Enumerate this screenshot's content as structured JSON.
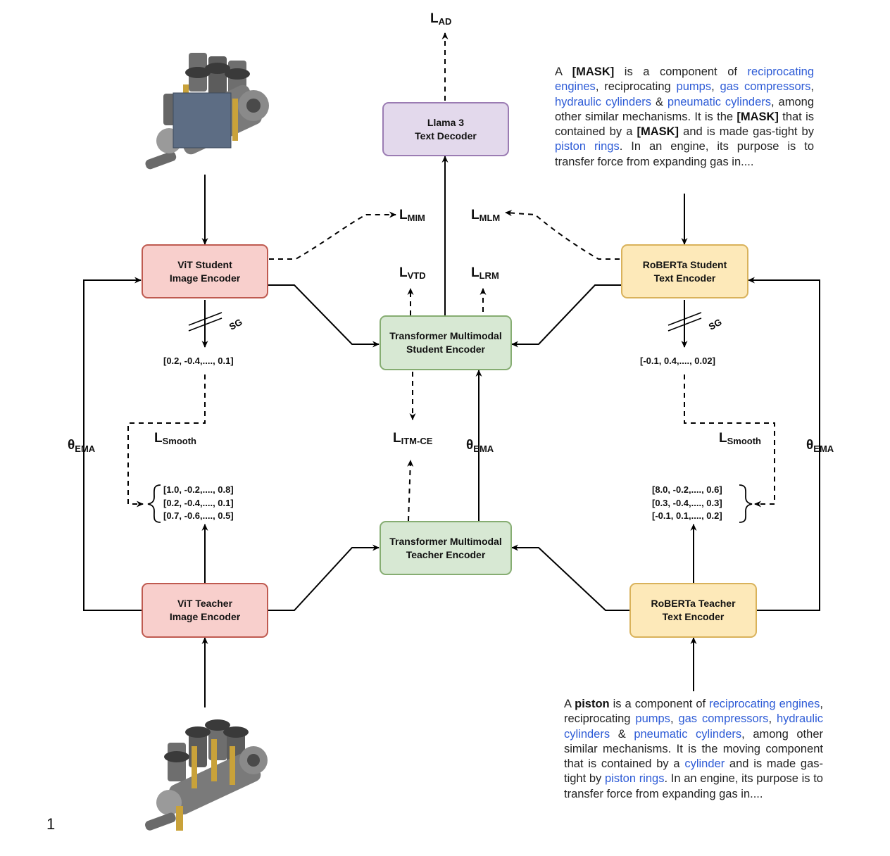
{
  "boxes": {
    "vit_student": [
      "ViT Student",
      "Image Encoder"
    ],
    "vit_teacher": [
      "ViT Teacher",
      "Image Encoder"
    ],
    "roberta_student": [
      "RoBERTa Student",
      "Text Encoder"
    ],
    "roberta_teacher": [
      "RoBERTa Teacher",
      "Text Encoder"
    ],
    "mm_student": [
      "Transformer Multimodal",
      "Student Encoder"
    ],
    "mm_teacher": [
      "Transformer Multimodal",
      "Teacher Encoder"
    ],
    "llama": [
      "Llama 3",
      "Text Decoder"
    ]
  },
  "losses": {
    "ad": {
      "main": "L",
      "sub": "AD"
    },
    "mim": {
      "main": "L",
      "sub": "MIM"
    },
    "mlm": {
      "main": "L",
      "sub": "MLM"
    },
    "vtd": {
      "main": "L",
      "sub": "VTD"
    },
    "lrm": {
      "main": "L",
      "sub": "LRM"
    },
    "itm": {
      "main": "L",
      "sub": "ITM-CE"
    },
    "smooth_left": {
      "main": "L",
      "sub": "Smooth"
    },
    "smooth_right": {
      "main": "L",
      "sub": "Smooth"
    }
  },
  "theta": {
    "left": {
      "main": "θ",
      "sub": "EMA"
    },
    "center": {
      "main": "θ",
      "sub": "EMA"
    },
    "right": {
      "main": "θ",
      "sub": "EMA"
    }
  },
  "sg_label": "SG",
  "vectors": {
    "left_student": "[0.2, -0.4,...., 0.1]",
    "right_student": "[-0.1, 0.4,...., 0.02]",
    "left_teacher": [
      "[1.0, -0.2,...., 0.8]",
      "[0.2, -0.4,...., 0.1]",
      "[0.7, -0.6,...., 0.5]"
    ],
    "right_teacher": [
      "[8.0, -0.2,...., 0.6]",
      "[0.3, -0.4,...., 0.3]",
      "[-0.1, 0.1,...., 0.2]"
    ]
  },
  "masked_text": [
    {
      "t": "A ",
      "s": "n"
    },
    {
      "t": "[MASK]",
      "s": "b"
    },
    {
      "t": " is a component of ",
      "s": "n"
    },
    {
      "t": "reciprocating engines",
      "s": "l"
    },
    {
      "t": ", reciprocating ",
      "s": "n"
    },
    {
      "t": "pumps",
      "s": "l"
    },
    {
      "t": ", ",
      "s": "n"
    },
    {
      "t": "gas compressors",
      "s": "l"
    },
    {
      "t": ", ",
      "s": "n"
    },
    {
      "t": "hydraulic cylinders",
      "s": "l"
    },
    {
      "t": " & ",
      "s": "n"
    },
    {
      "t": "pneumatic cylinders",
      "s": "l"
    },
    {
      "t": ", among other similar mechanisms. It is the ",
      "s": "n"
    },
    {
      "t": "[MASK]",
      "s": "b"
    },
    {
      "t": " that is contained by a ",
      "s": "n"
    },
    {
      "t": "[MASK]",
      "s": "b"
    },
    {
      "t": " and is made gas-tight by ",
      "s": "n"
    },
    {
      "t": "piston rings",
      "s": "l"
    },
    {
      "t": ". In an engine, its purpose is to transfer force from expanding gas in....",
      "s": "n"
    }
  ],
  "full_text": [
    {
      "t": "A ",
      "s": "n"
    },
    {
      "t": "piston",
      "s": "b"
    },
    {
      "t": " is a component of ",
      "s": "n"
    },
    {
      "t": "reciprocating engines",
      "s": "l"
    },
    {
      "t": ", reciprocating ",
      "s": "n"
    },
    {
      "t": "pumps",
      "s": "l"
    },
    {
      "t": ", ",
      "s": "n"
    },
    {
      "t": "gas compressors",
      "s": "l"
    },
    {
      "t": ", ",
      "s": "n"
    },
    {
      "t": "hydraulic cylinders",
      "s": "l"
    },
    {
      "t": " & ",
      "s": "n"
    },
    {
      "t": "pneumatic cylinders",
      "s": "l"
    },
    {
      "t": ", among other similar mechanisms. It is the moving component that is contained by a ",
      "s": "n"
    },
    {
      "t": "cylinder",
      "s": "l"
    },
    {
      "t": " and is made gas-tight by ",
      "s": "n"
    },
    {
      "t": "piston rings",
      "s": "l"
    },
    {
      "t": ". In an engine, its purpose is to transfer force from expanding gas in....",
      "s": "n"
    }
  ],
  "page_number": "1",
  "colors": {
    "red_fill": "#f8cfcc",
    "red_border": "#bf5a50",
    "green_fill": "#d7e8d3",
    "green_border": "#86ad72",
    "purple_fill": "#e3d9ec",
    "purple_border": "#9b7cb3",
    "yellow_fill": "#fde9b9",
    "yellow_border": "#d9b25b",
    "link_blue": "#2d5bd6",
    "mask_patch": "#5d6d84"
  }
}
